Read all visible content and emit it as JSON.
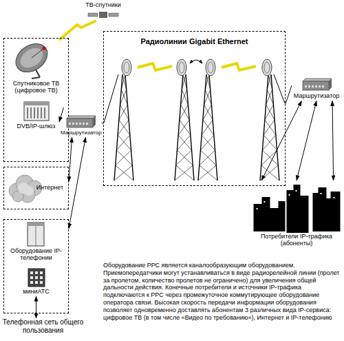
{
  "diagram": {
    "nodes": [
      {
        "text": [
          "Спутниковое ТВ (цифровое ТВ)"
        ]
      },
      {
        "text": [
          "DVB/IP-шлюз"
        ],
        "in": 0
      },
      {
        "text": [
          "Маршрутизатор"
        ]
      },
      {
        "text": [
          "Интернет"
        ]
      },
      {
        "text": [
          "Оборудование IP-телефонии"
        ]
      },
      {
        "text": [
          "миниАТС"
        ],
        "in": 4
      },
      {
        "text": [
          "Телефонная сеть общего пользования"
        ]
      },
      {
        "text": [
          "Радиолинии Gigabit Ethernet"
        ]
      },
      {
        "text": [
          "Маршрутизатор"
        ]
      },
      {
        "text": [
          "Потребители IP-трафика (абоненты)"
        ]
      }
    ],
    "edges": [
      {
        "from": 1,
        "to": 2,
        "arrow": "to"
      },
      {
        "from": 3,
        "to": 2,
        "arrow": "both"
      },
      {
        "from": 4,
        "to": 2,
        "arrow": "both"
      },
      {
        "from": 5,
        "to": 6,
        "arrow": "both"
      },
      {
        "from": 2,
        "to": 7,
        "arrow": "none"
      },
      {
        "from": 7,
        "to": 8,
        "arrow": "none"
      },
      {
        "from": 8,
        "to": 9,
        "arrow": "both"
      }
    ],
    "labels": [
      "ТВ-спутники",
      "Оборудование РРС является каналообразующим оборудованием. Приемопередатчики могут устанавливаться в виде радиорелейной линии (пролет за пролетом, количество пролетов не ограничено) для увеличения общей дальности действия. Конечные потребители и источники IP-трафика подключаются к РРС через промежуточное коммутирующее оборудование оператора связи. Высокая скорость передачи информации  оборудования позволяет одновременно доставлять абонентам 3 различных вида IP-сервиса: цифровое ТВ (в том числе «Видео по требованию»), Интернет и IP-телефонию"
    ]
  }
}
